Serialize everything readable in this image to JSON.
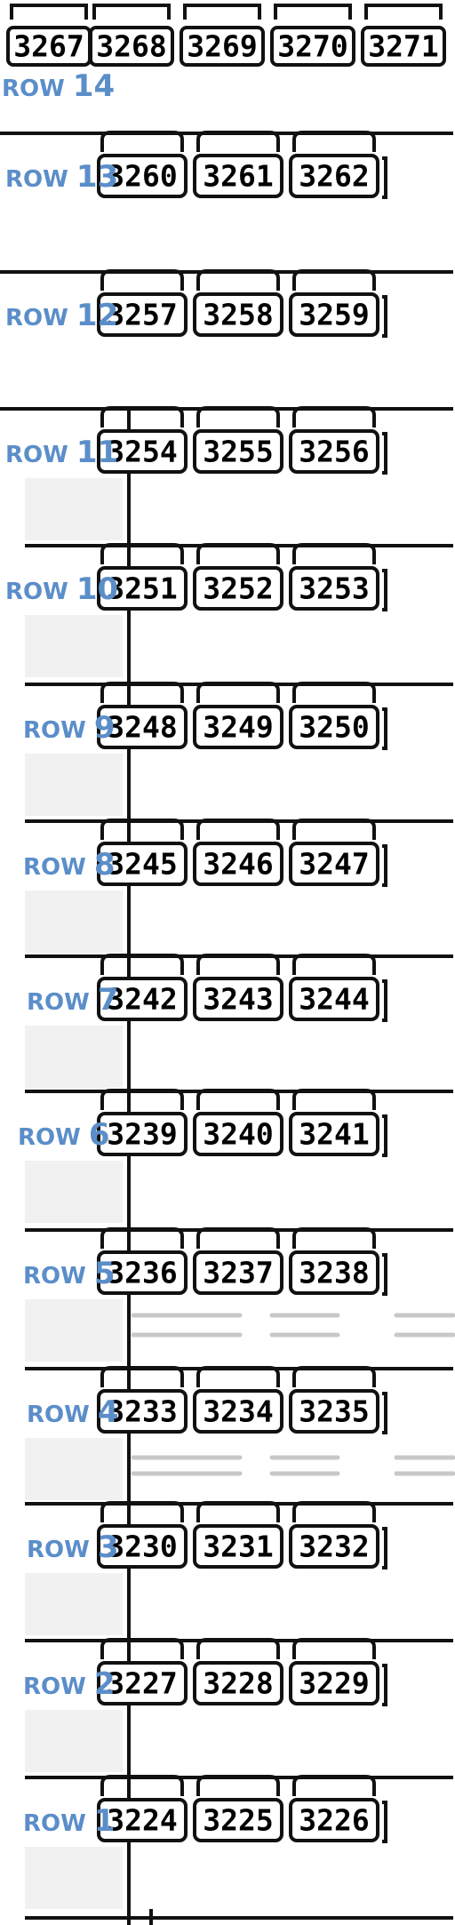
{
  "colors": {
    "row_label": "#5b8ec9",
    "lines": "#111111",
    "background": "#ffffff"
  },
  "top_row": {
    "row": "14",
    "seats": [
      "3267",
      "3268",
      "3269",
      "3270",
      "3271"
    ]
  },
  "rows": [
    {
      "row": "13",
      "seats": [
        "3260",
        "3261",
        "3262"
      ]
    },
    {
      "row": "12",
      "seats": [
        "3257",
        "3258",
        "3259"
      ]
    },
    {
      "row": "11",
      "seats": [
        "3254",
        "3255",
        "3256"
      ]
    },
    {
      "row": "10",
      "seats": [
        "3251",
        "3252",
        "3253"
      ]
    },
    {
      "row": "9",
      "seats": [
        "3248",
        "3249",
        "3250"
      ]
    },
    {
      "row": "8",
      "seats": [
        "3245",
        "3246",
        "3247"
      ]
    },
    {
      "row": "7",
      "seats": [
        "3242",
        "3243",
        "3244"
      ]
    },
    {
      "row": "6",
      "seats": [
        "3239",
        "3240",
        "3241"
      ]
    },
    {
      "row": "5",
      "seats": [
        "3236",
        "3237",
        "3238"
      ]
    },
    {
      "row": "4",
      "seats": [
        "3233",
        "3234",
        "3235"
      ]
    },
    {
      "row": "3",
      "seats": [
        "3230",
        "3231",
        "3232"
      ]
    },
    {
      "row": "2",
      "seats": [
        "3227",
        "3228",
        "3229"
      ]
    },
    {
      "row": "1",
      "seats": [
        "3224",
        "3225",
        "3226"
      ]
    }
  ],
  "row_word": "ROW"
}
